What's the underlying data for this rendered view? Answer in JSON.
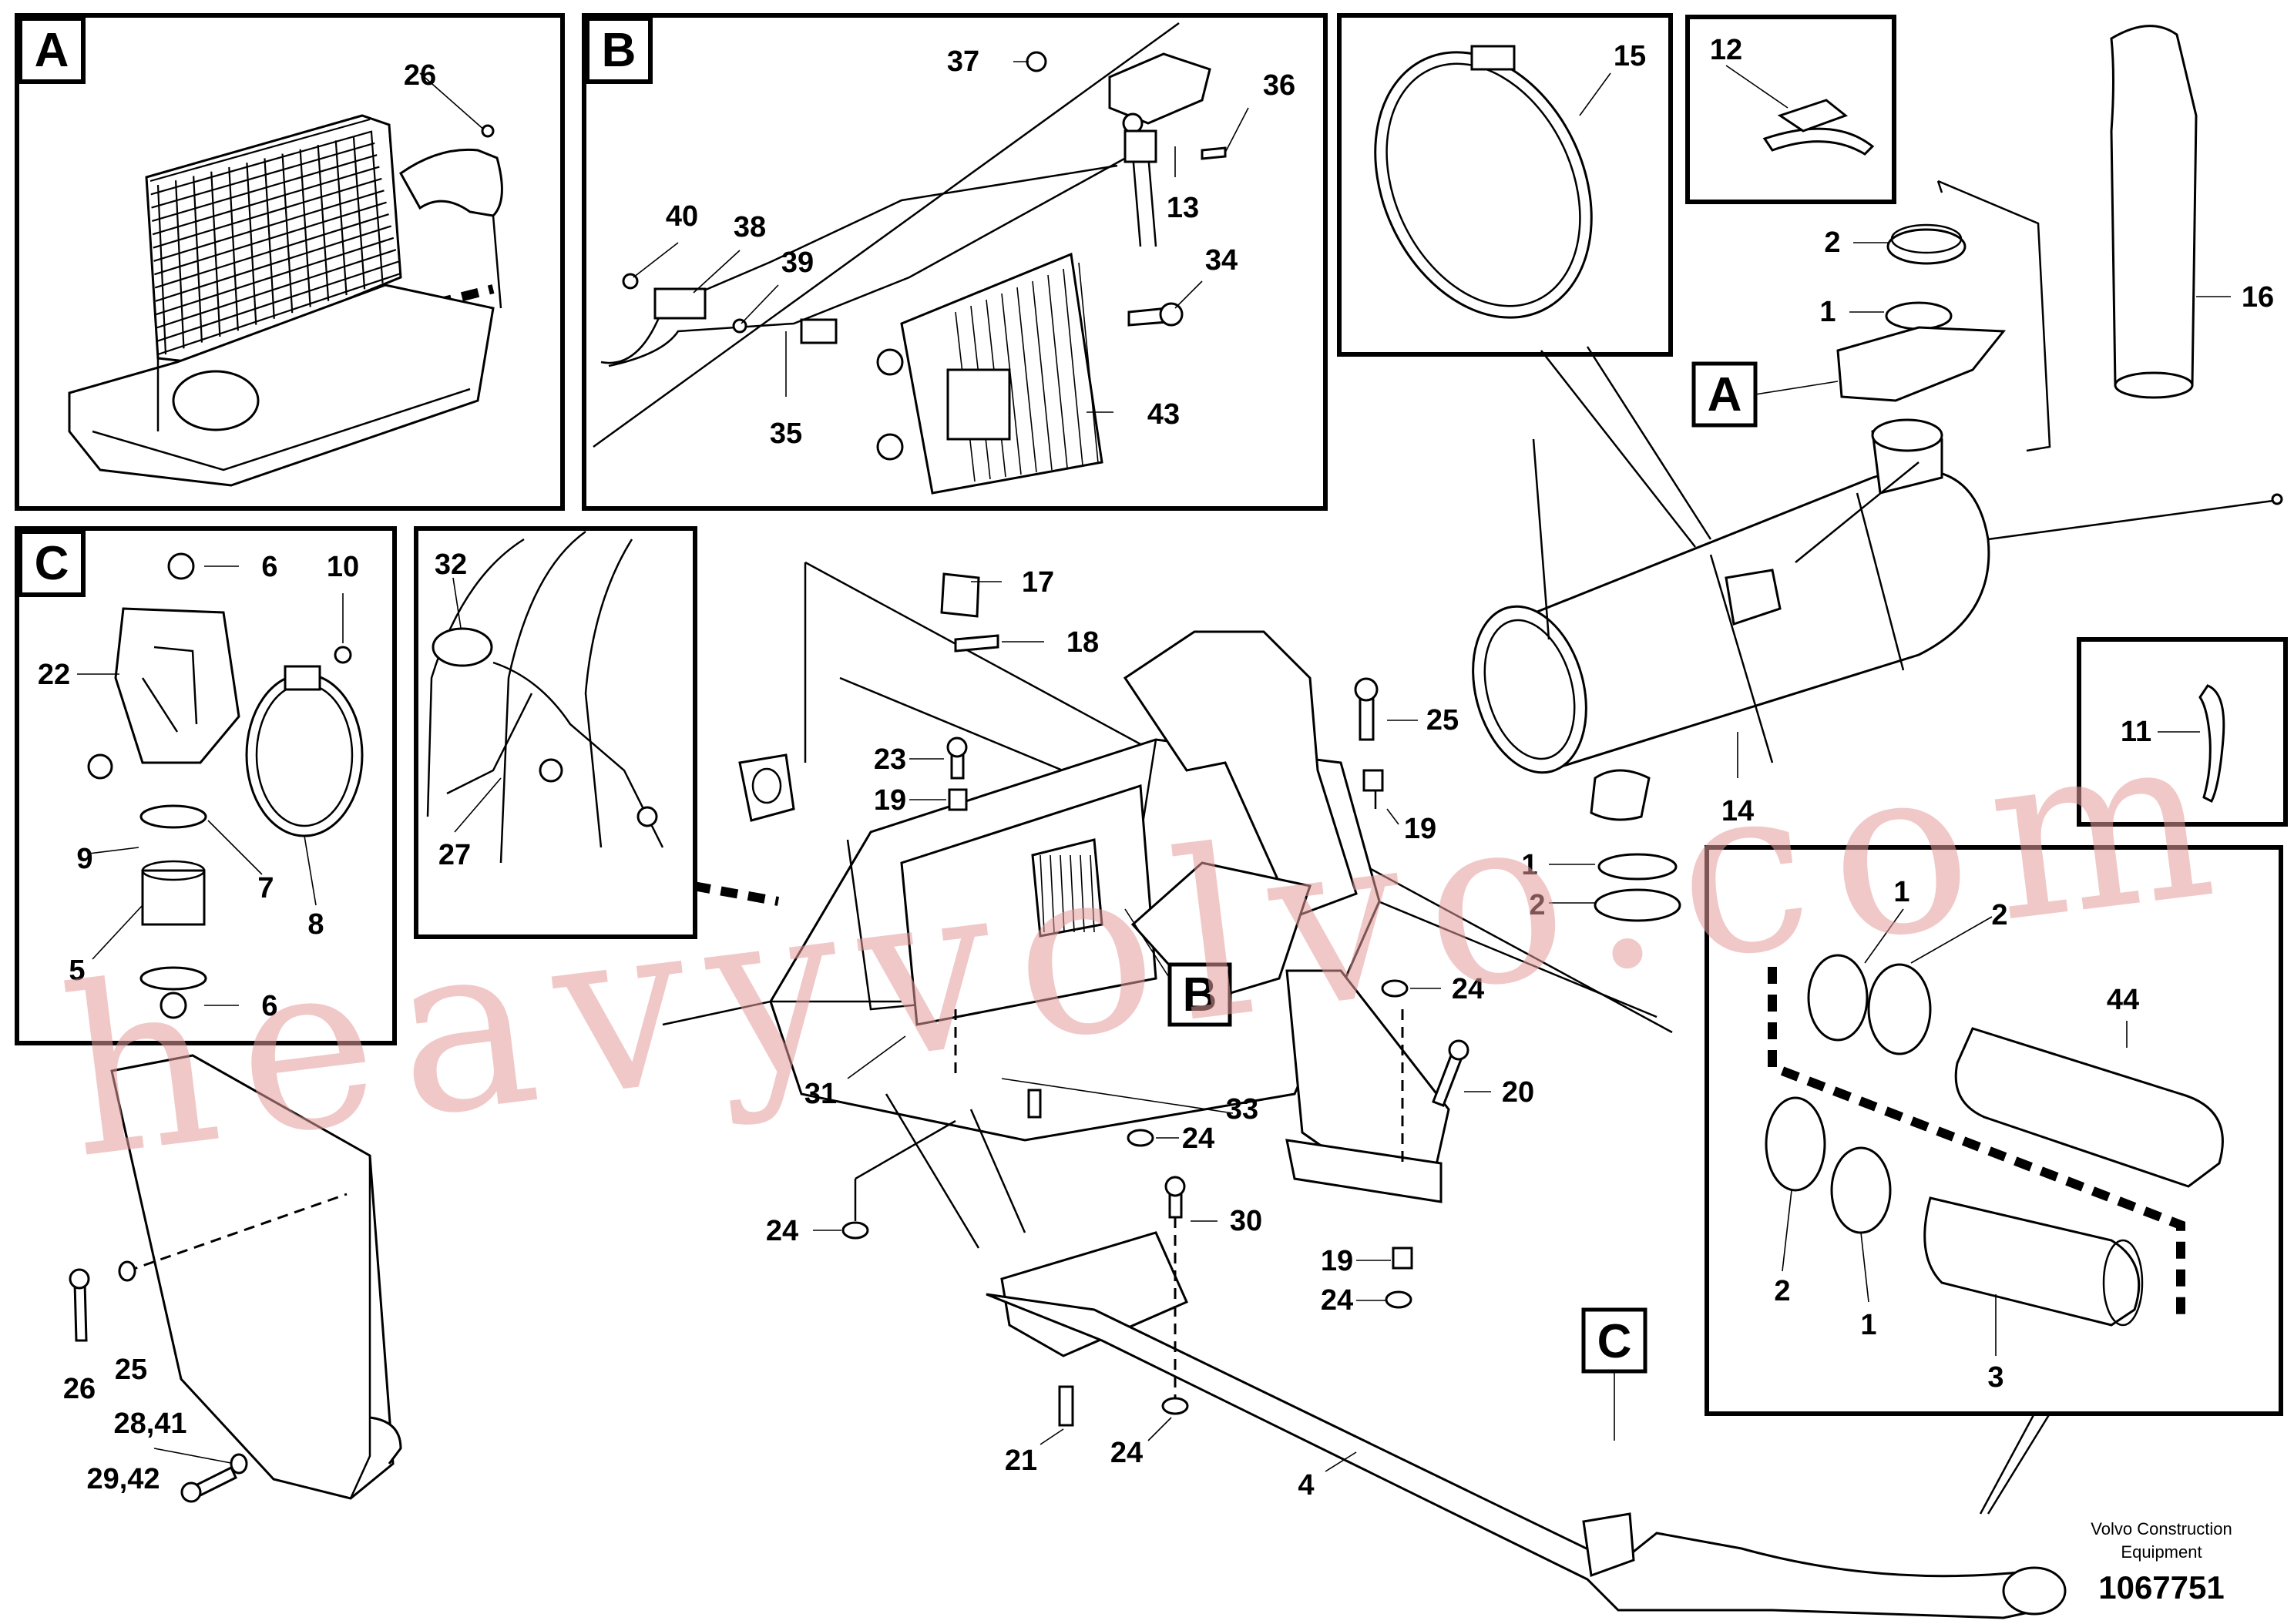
{
  "sections": {
    "A": {
      "letter": "A",
      "callouts": [
        "26"
      ]
    },
    "B": {
      "letter": "B",
      "callouts": [
        "37",
        "36",
        "13",
        "40",
        "38",
        "39",
        "34",
        "35",
        "43"
      ]
    },
    "C": {
      "letter": "C",
      "callouts": [
        "6",
        "10",
        "22",
        "9",
        "7",
        "8",
        "5",
        "6"
      ]
    },
    "detail_27_32": {
      "callouts": [
        "32",
        "27"
      ]
    },
    "detail_15": {
      "callouts": [
        "15"
      ]
    },
    "detail_12": {
      "callouts": [
        "12"
      ]
    },
    "detail_11": {
      "callouts": [
        "11"
      ]
    },
    "detail_44": {
      "callouts": [
        "1",
        "2",
        "44",
        "2",
        "1",
        "3"
      ]
    }
  },
  "main_callouts": [
    "16",
    "2",
    "1",
    "14",
    "1",
    "2",
    "17",
    "18",
    "25",
    "23",
    "19",
    "19",
    "24",
    "20",
    "31",
    "33",
    "24",
    "24",
    "30",
    "19",
    "24",
    "21",
    "24",
    "4",
    "26",
    "25",
    "28,41",
    "29,42"
  ],
  "main_letters": [
    "A",
    "B",
    "C"
  ],
  "footer": {
    "company_line1": "Volvo Construction",
    "company_line2": "Equipment",
    "drawing_number": "1067751"
  },
  "watermark": "heavyvolvo.com"
}
